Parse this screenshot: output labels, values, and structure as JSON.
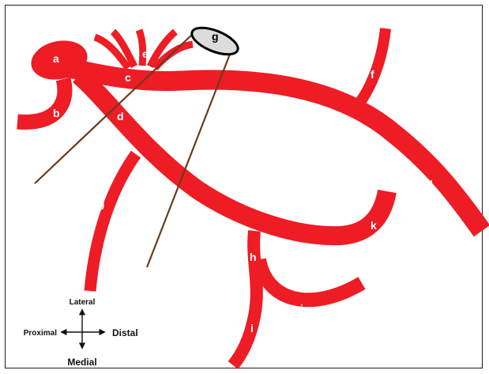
{
  "colors": {
    "vessel": "#ee1c25",
    "catheter": "#6b3a1e",
    "balloon_fill": "#dcdcdc",
    "outline": "#000000",
    "text_dark": "#111111",
    "text_light": "#ffffff"
  },
  "vessel_labels": {
    "a": "a",
    "b": "b",
    "c": "c",
    "d": "d",
    "e": "e",
    "f": "f",
    "g": "g",
    "h": "h",
    "i": "i",
    "j": "j",
    "k": "k",
    "l": "l"
  },
  "balloon_label": "g",
  "orientation": {
    "up": "Lateral",
    "down": "Medial",
    "left": "Proximal",
    "right": "Distal"
  }
}
